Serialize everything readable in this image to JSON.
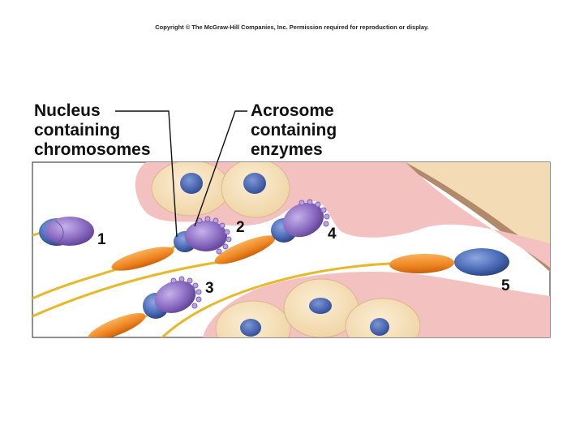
{
  "copyright": "Copyright © The McGraw-Hill Companies, Inc. Permission required for reproduction or display.",
  "labels": {
    "nucleus": [
      "Nucleus",
      "containing",
      "chromosomes"
    ],
    "acrosome": [
      "Acrosome",
      "containing",
      "enzymes"
    ]
  },
  "stage_numbers": [
    "1",
    "2",
    "3",
    "4",
    "5"
  ],
  "colors": {
    "tissue_pink": "#f4c1c1",
    "egg_cytoplasm": "#f5dfb6",
    "zona_band": "#b08a6a",
    "nucleus_blue": "#4a6cb8",
    "acrosome_purple": "#8a6bc2",
    "midpiece_orange": "#f08a24",
    "tail_yellow": "#e8b82a"
  }
}
